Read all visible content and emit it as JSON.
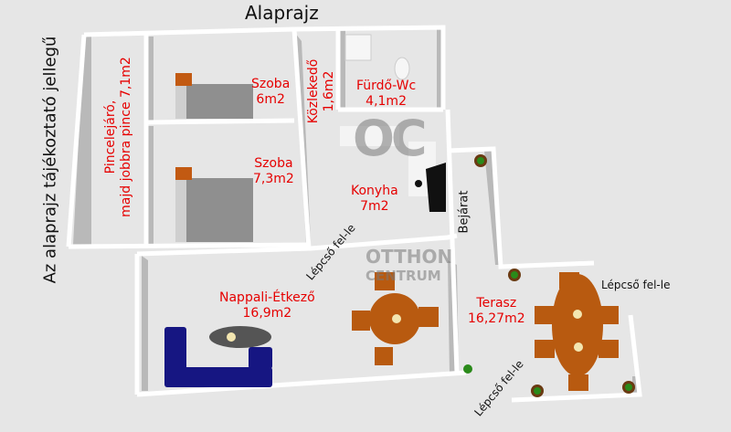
{
  "title": "Alaprajz",
  "disclaimer": "Az alaprajz tájékoztató jellegű",
  "rooms": [
    {
      "name": "Pincelejáró,",
      "area": "majd jobbra pince 7,1m2"
    },
    {
      "name": "Szoba",
      "area": "6m2"
    },
    {
      "name": "Szoba",
      "area": "7,3m2"
    },
    {
      "name": "Közlekedő",
      "area": "1,6m2"
    },
    {
      "name": "Fürdő-Wc",
      "area": "4,1m2"
    },
    {
      "name": "Konyha",
      "area": "7m2"
    },
    {
      "name": "Nappali-Étkező",
      "area": "16,9m2"
    },
    {
      "name": "Terasz",
      "area": "16,27m2"
    }
  ],
  "labels": {
    "entrance": "Bejárat",
    "stairs_1": "Lépcső fel-le",
    "stairs_2": "Lépcső fel-le",
    "stairs_3": "Lépcső fel-le"
  },
  "watermark": {
    "logo": "OC",
    "line1": "OTTHON",
    "line2": "CENTRUM"
  },
  "colors": {
    "room_label": "#e60000",
    "furniture": "#b85a10",
    "sofa": "#1a1a8c",
    "wall": "#ffffff",
    "floor": "#e6e6e6"
  }
}
